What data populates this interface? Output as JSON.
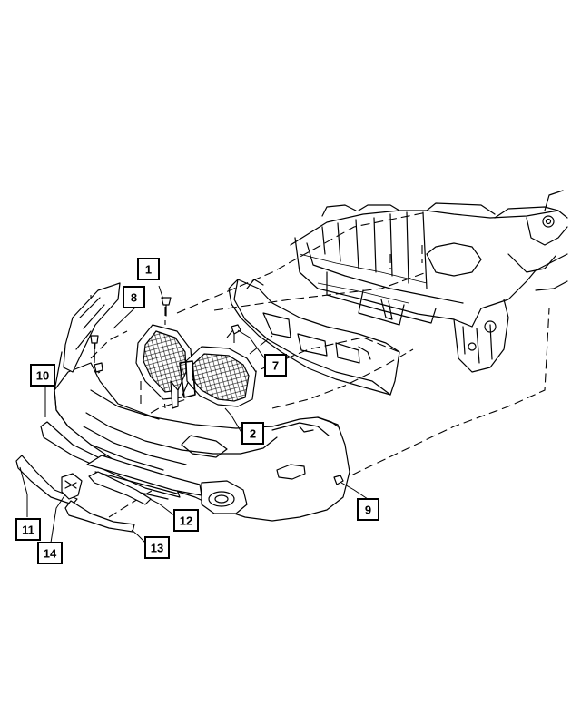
{
  "callouts": [
    {
      "id": "c1",
      "label": "1"
    },
    {
      "id": "c2",
      "label": "2"
    },
    {
      "id": "c7",
      "label": "7"
    },
    {
      "id": "c8",
      "label": "8"
    },
    {
      "id": "c9",
      "label": "9"
    },
    {
      "id": "c10",
      "label": "10"
    },
    {
      "id": "c11",
      "label": "11"
    },
    {
      "id": "c12",
      "label": "12"
    },
    {
      "id": "c13",
      "label": "13"
    },
    {
      "id": "c14",
      "label": "14"
    }
  ]
}
